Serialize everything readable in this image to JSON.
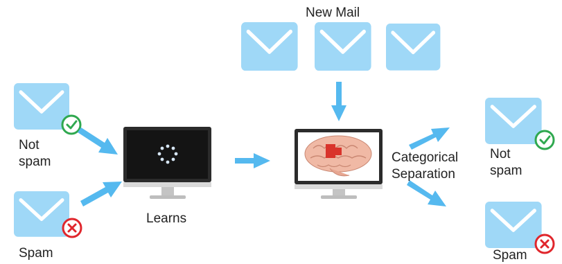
{
  "title": "New Mail",
  "training": {
    "not_spam_label": "Not\nspam",
    "spam_label": "Spam"
  },
  "learn_step_label": "Learns",
  "separation_label": "Categorical\nSeparation",
  "outputs": {
    "not_spam_label": "Not\nspam",
    "spam_label": "Spam"
  },
  "colors": {
    "envelope": "#9fd8f7",
    "envelope_fold": "#ffffff",
    "arrow": "#55b9ef",
    "not_spam_badge": "#2fa84f",
    "spam_badge": "#e0262c",
    "monitor_frame": "#2b2b2b",
    "brain": "#f0b9a5",
    "brain_highlight": "#d9342b"
  },
  "icons": [
    "envelope-icon",
    "check-badge-icon",
    "cross-badge-icon",
    "monitor-icon",
    "loading-spinner-icon",
    "brain-icon",
    "arrow-icon"
  ]
}
